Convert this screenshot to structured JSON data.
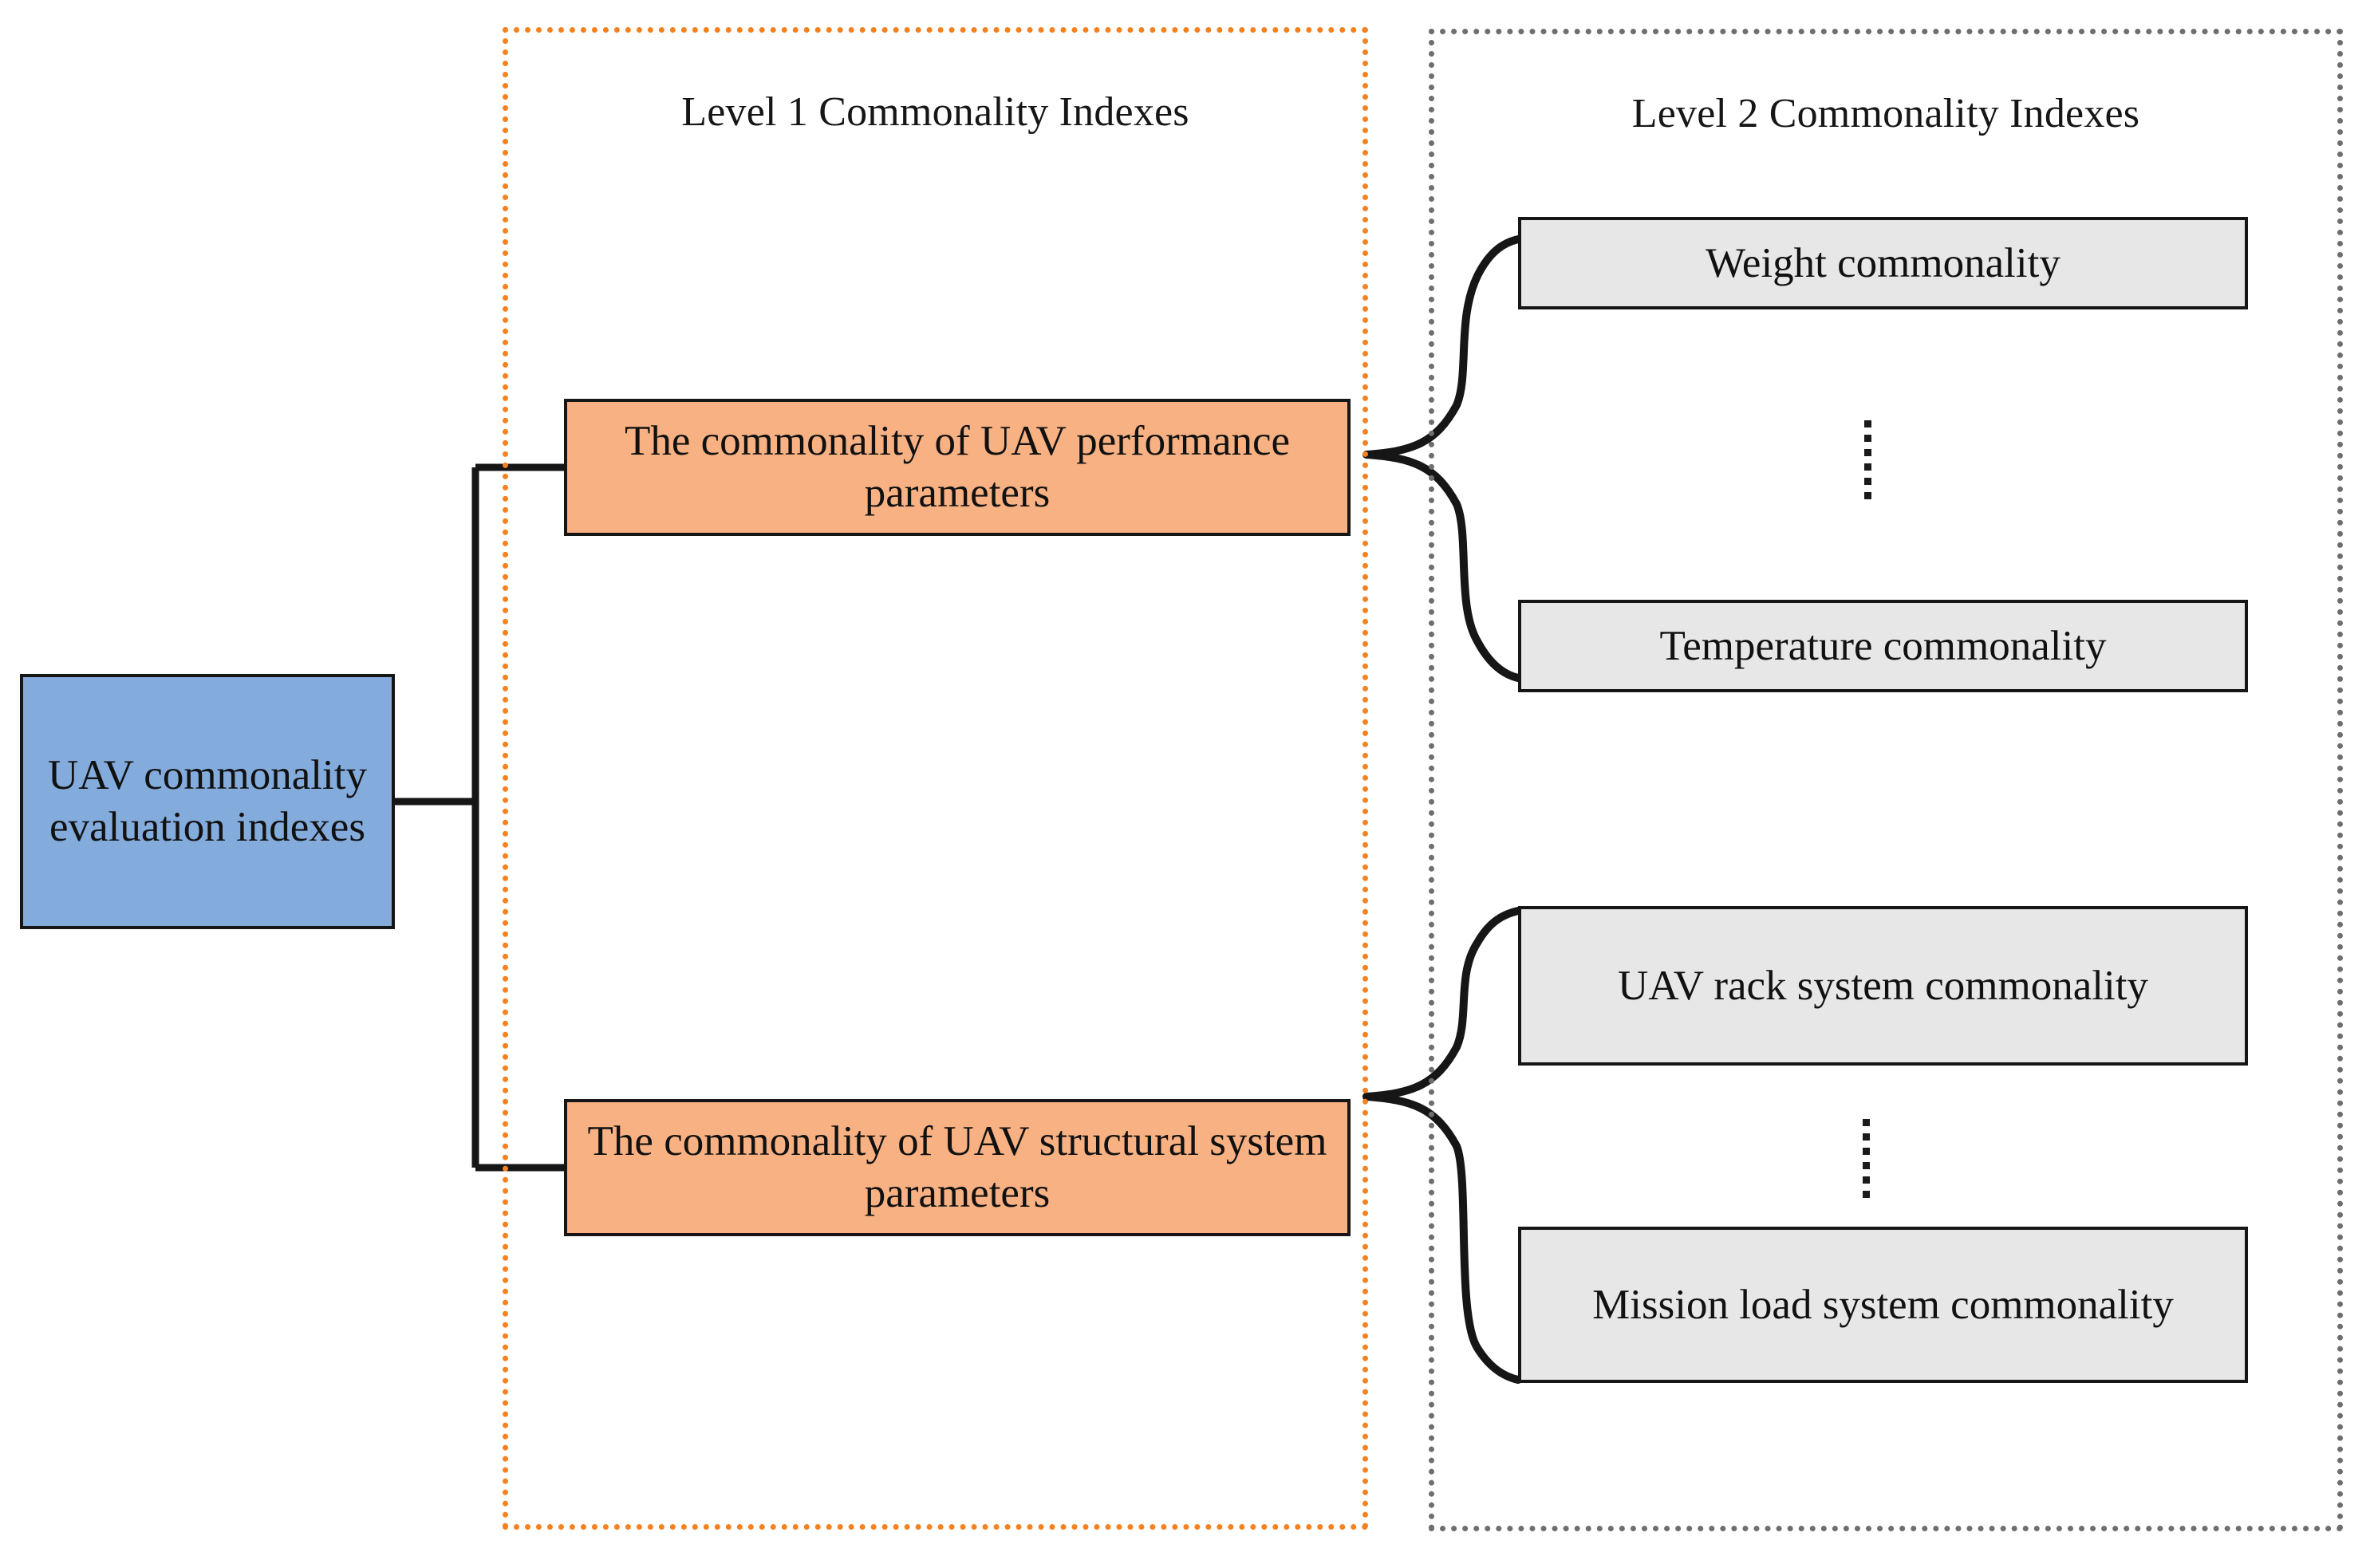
{
  "diagram": {
    "title": "UAV commonality evaluation indexes hierarchy",
    "background": "#ffffff",
    "colors": {
      "root_fill": "#83ABDC",
      "level1_fill": "#F8B183",
      "level2_fill": "#E7E7E7",
      "level1_frame": "#F58220",
      "level2_frame": "#6E6E6E",
      "stroke": "#161616"
    }
  },
  "groups": {
    "level1": {
      "title": "Level 1 Commonality Indexes"
    },
    "level2": {
      "title": "Level 2 Commonality Indexes"
    }
  },
  "root": {
    "label": "UAV commonality evaluation indexes"
  },
  "level1_nodes": [
    {
      "id": "perf",
      "label": "The commonality of UAV performance parameters"
    },
    {
      "id": "struct",
      "label": "The commonality of UAV structural system parameters"
    }
  ],
  "level2_nodes": [
    {
      "id": "weight",
      "label": "Weight commonality",
      "parent": "perf"
    },
    {
      "id": "temp",
      "label": "Temperature commonality",
      "parent": "perf"
    },
    {
      "id": "rack",
      "label": "UAV rack system commonality",
      "parent": "struct"
    },
    {
      "id": "mload",
      "label": "Mission load system commonality",
      "parent": "struct"
    }
  ],
  "ellipses": [
    {
      "id": "ellipsis-performance",
      "symbol": "vertical-ellipsis",
      "dots": 6,
      "between": [
        "weight",
        "temp"
      ]
    },
    {
      "id": "ellipsis-structural",
      "symbol": "vertical-ellipsis",
      "dots": 6,
      "between": [
        "rack",
        "mload"
      ]
    }
  ]
}
